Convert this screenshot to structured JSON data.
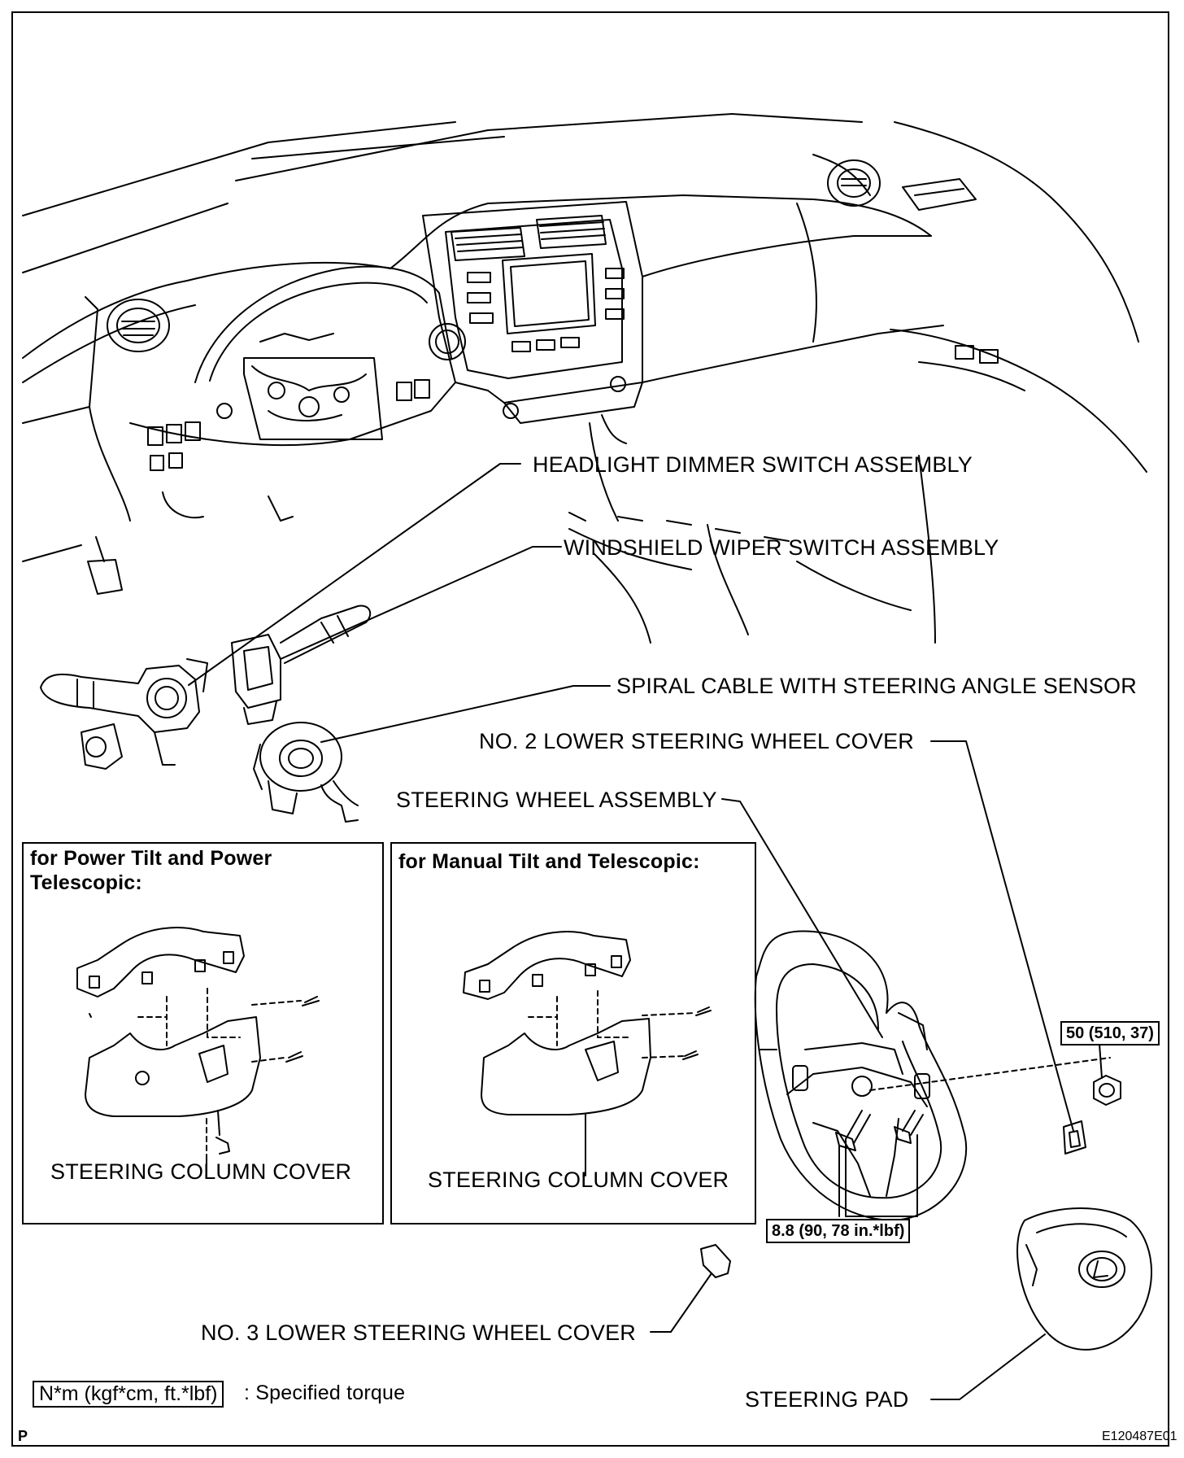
{
  "labels": {
    "headlight_dimmer": "HEADLIGHT DIMMER SWITCH ASSEMBLY",
    "windshield_wiper": "WINDSHIELD WIPER SWITCH ASSEMBLY",
    "spiral_cable": "SPIRAL CABLE WITH STEERING ANGLE SENSOR",
    "no2_lower_cover": "NO. 2 LOWER STEERING WHEEL COVER",
    "steering_wheel": "STEERING WHEEL ASSEMBLY",
    "no3_lower_cover": "NO. 3 LOWER STEERING WHEEL COVER",
    "steering_pad": "STEERING PAD"
  },
  "panels": {
    "power": {
      "title_line1": "for Power Tilt and Power",
      "title_line2": "Telescopic:",
      "cover_label": "STEERING COLUMN COVER"
    },
    "manual": {
      "title": "for Manual Tilt and Telescopic:",
      "cover_label": "STEERING COLUMN COVER"
    }
  },
  "torque": {
    "nut": "50 (510, 37)",
    "bolts": "8.8 (90, 78 in.*lbf)"
  },
  "legend": {
    "box": "N*m (kgf*cm, ft.*lbf)",
    "text": ": Specified torque"
  },
  "footer": {
    "left_mark": "P",
    "figure_id": "E120487E01"
  }
}
